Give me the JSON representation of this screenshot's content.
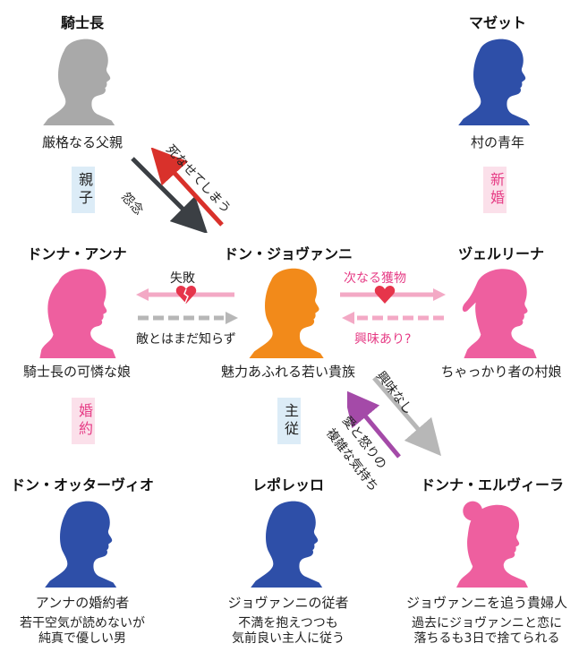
{
  "colors": {
    "gray": "#a9a9a9",
    "blue": "#2e4fa8",
    "pink": "#ee5f9f",
    "orange": "#f28a1a",
    "arrow_red": "#d9312b",
    "arrow_dark": "#3b3f44",
    "arrow_pink": "#f3a9c5",
    "arrow_gray": "#b7b7b7",
    "arrow_purple": "#a44aa8",
    "heart": "#e6354b"
  },
  "characters": {
    "commendatore": {
      "name": "騎士長",
      "desc": "厳格なる父親"
    },
    "masetto": {
      "name": "マゼット",
      "desc": "村の青年"
    },
    "anna": {
      "name": "ドンナ・アンナ",
      "desc": "騎士長の可憐な娘"
    },
    "giovanni": {
      "name": "ドン・ジョヴァンニ",
      "desc": "魅力あふれる若い貴族"
    },
    "zerlina": {
      "name": "ヅェルリーナ",
      "desc": "ちゃっかり者の村娘"
    },
    "ottavio": {
      "name": "ドン・オッターヴィオ",
      "desc": "アンナの婚約者",
      "note1": "若干空気が読めないが",
      "note2": "純真で優しい男"
    },
    "leporello": {
      "name": "レポレッロ",
      "desc": "ジョヴァンニの従者",
      "note1": "不満を抱えつつも",
      "note2": "気前良い主人に従う"
    },
    "elvira": {
      "name": "ドンナ・エルヴィーラ",
      "desc": "ジョヴァンニを追う貴婦人",
      "note1": "過去にジョヴァンニと恋に",
      "note2": "落ちるも3日で捨てられる"
    }
  },
  "relations": {
    "parent_child": "親子",
    "newlywed": "新婚",
    "engaged": "婚約",
    "master_servant": "主従",
    "kill": "死なせてしまう",
    "grudge": "怨念",
    "failure": "失敗",
    "not_yet_enemy": "敵とはまだ知らず",
    "next_prey": "次なる獲物",
    "interested": "興味あり?",
    "no_interest": "興味なし",
    "love_anger": "愛と怒りの",
    "complex_feelings": "複雑な気持ち"
  }
}
